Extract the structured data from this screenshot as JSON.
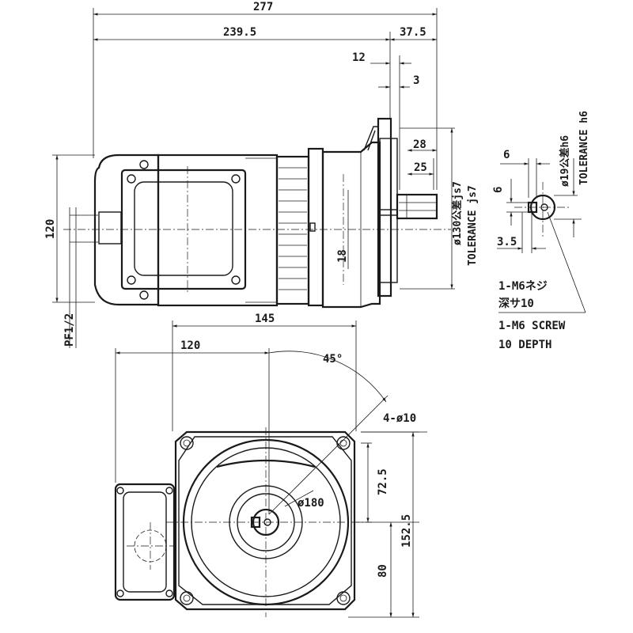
{
  "dimensions": {
    "overall_length": "277",
    "body_length": "239.5",
    "shaft_extension": "37.5",
    "shaft_12": "12",
    "shaft_3": "3",
    "shaft_28": "28",
    "shaft_25": "25",
    "height_120": "120",
    "dim_18": "18",
    "flange_pilot": "ø130公差js7",
    "flange_tolerance": "TOLERANCE js7",
    "shaft_diameter": "ø19公差h6",
    "shaft_tolerance": "TOLERANCE h6",
    "key_6_width": "6",
    "key_6_height": "6",
    "key_3_5": "3.5",
    "pf_thread": "PF1/2",
    "front_145": "145",
    "front_120": "120",
    "angle_45": "45°",
    "holes": "4-ø10",
    "dim_72_5": "72.5",
    "dim_152_5": "152.5",
    "dim_80": "80",
    "bolt_circle": "ø180"
  },
  "notes": {
    "screw_jp_line1": "1-M6ネジ",
    "screw_jp_line2": "深サ10",
    "screw_en_line1": "1-M6 SCREW",
    "screw_en_line2": "10 DEPTH"
  }
}
